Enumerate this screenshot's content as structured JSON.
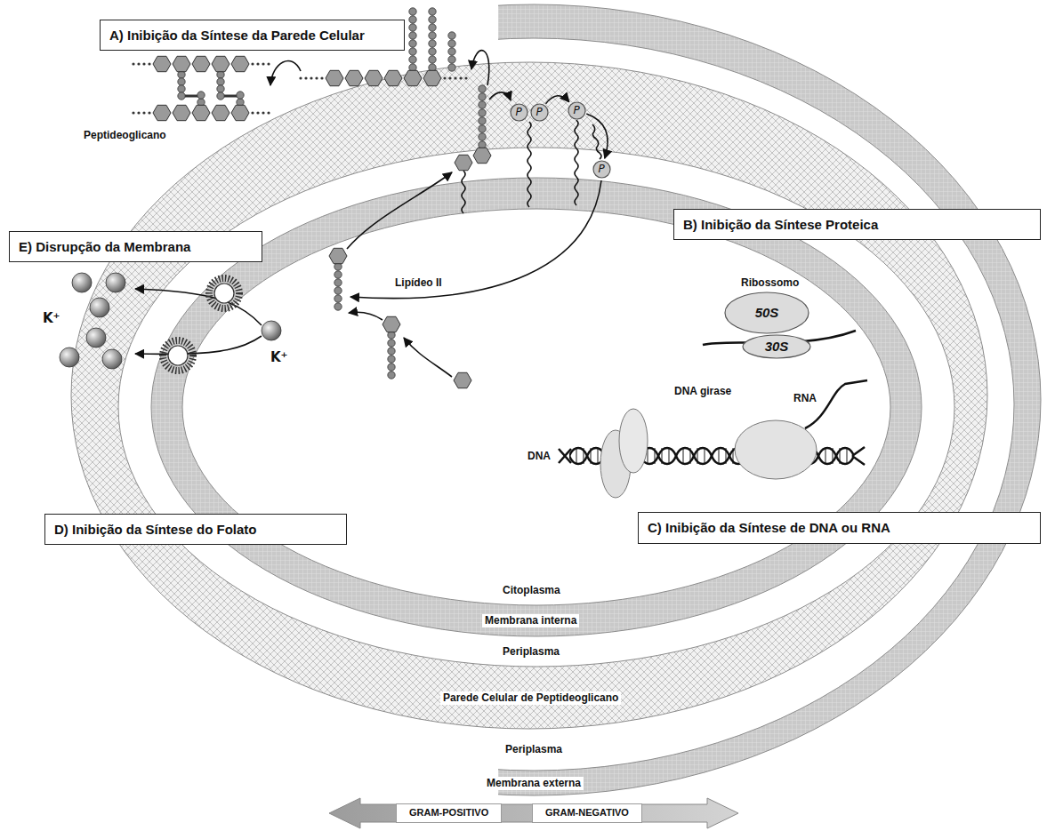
{
  "diagram": {
    "nodes": [
      {
        "text": [
          "A) Inibição da Síntese da Parede Celular"
        ]
      },
      {
        "text": [
          "B) Inibição da Síntese Proteica"
        ]
      },
      {
        "text": [
          "C) Inibição da Síntese de DNA ou RNA"
        ]
      },
      {
        "text": [
          "D) Inibição da Síntese do Folato"
        ]
      },
      {
        "text": [
          "E) Disrupção da Membrana"
        ]
      },
      {
        "text": [
          "P"
        ]
      },
      {
        "text": [
          "P"
        ]
      },
      {
        "text": [
          "P"
        ]
      },
      {
        "text": [
          "P"
        ]
      },
      {
        "text": [
          "50S"
        ]
      },
      {
        "text": [
          "30S"
        ]
      }
    ],
    "edges": [
      {
        "from": 6,
        "to": 7,
        "arrow": "to"
      },
      {
        "from": 7,
        "to": 8,
        "arrow": "to"
      }
    ],
    "labels": [
      "Peptideoglicano",
      "Lipídeo II",
      "Ribossomo",
      "DNA girase",
      "DNA",
      "RNA",
      "K⁺",
      "K⁺",
      "Citoplasma",
      "Membrana interna",
      "Periplasma",
      "Parede Celular de Peptideoglicano",
      "Periplasma",
      "Membrana externa",
      "GRAM-POSITIVO",
      "GRAM-NEGATIVO"
    ]
  }
}
